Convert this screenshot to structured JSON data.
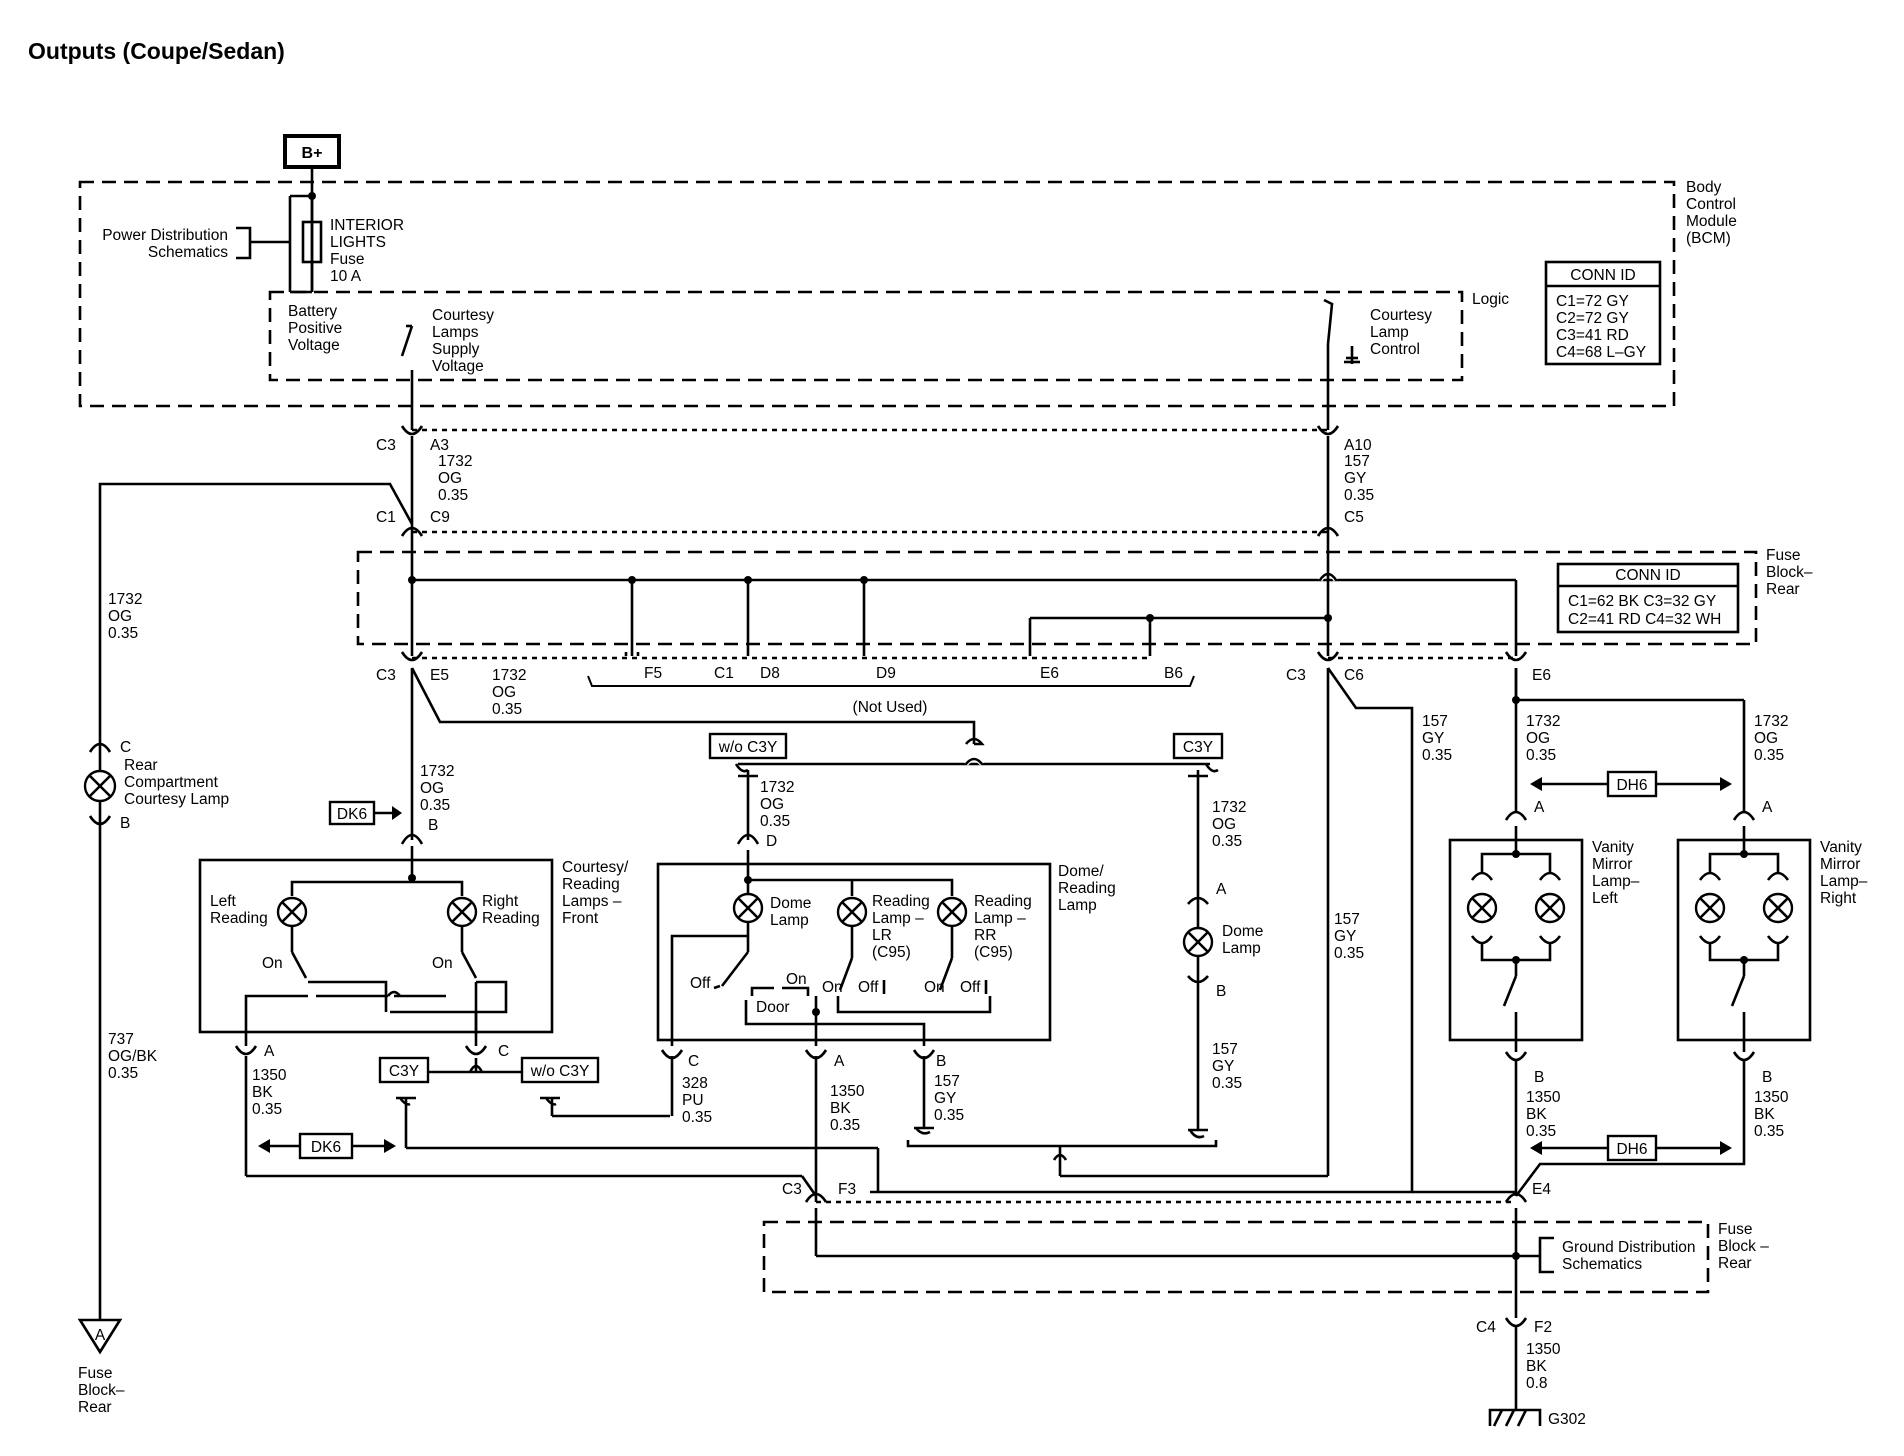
{
  "title": "Outputs (Coupe/Sedan)",
  "labels": {
    "b_plus": "B+",
    "power_dist": [
      "Power Distribution",
      "Schematics"
    ],
    "fuse": [
      "INTERIOR",
      "LIGHTS",
      "Fuse",
      "10 A"
    ],
    "battery": [
      "Battery",
      "Positive",
      "Voltage"
    ],
    "courtesy_supply": [
      "Courtesy",
      "Lamps",
      "Supply",
      "Voltage"
    ],
    "courtesy_control": [
      "Courtesy",
      "Lamp",
      "Control"
    ],
    "logic": "Logic",
    "bcm": [
      "Body",
      "Control",
      "Module",
      "(BCM)"
    ],
    "fuse_block_rear": [
      "Fuse",
      "Block–",
      "Rear"
    ],
    "fuse_block_rear2": [
      "Fuse",
      "Block –",
      "Rear"
    ],
    "fuse_block_rear_ground": [
      "Fuse",
      "Block–",
      "Rear"
    ],
    "rear_compartment": [
      "Rear",
      "Compartment",
      "Courtesy Lamp"
    ],
    "courtesy_front": [
      "Courtesy/",
      "Reading",
      "Lamps –",
      "Front"
    ],
    "left_reading": [
      "Left",
      "Reading"
    ],
    "right_reading": [
      "Right",
      "Reading"
    ],
    "dome_reading": [
      "Dome/",
      "Reading",
      "Lamp"
    ],
    "dome_lamp": [
      "Dome",
      "Lamp"
    ],
    "reading_lr": [
      "Reading",
      "Lamp –",
      "LR",
      "(C95)"
    ],
    "reading_rr": [
      "Reading",
      "Lamp –",
      "RR",
      "(C95)"
    ],
    "vanity_left": [
      "Vanity",
      "Mirror",
      "Lamp–",
      "Left"
    ],
    "vanity_right": [
      "Vanity",
      "Mirror",
      "Lamp–",
      "Right"
    ],
    "ground_dist": [
      "Ground Distribution",
      "Schematics"
    ],
    "not_used": "(Not Used)",
    "on": "On",
    "off": "Off",
    "door": "Door",
    "g302": "G302",
    "c3y": "C3Y",
    "wo_c3y": "w/o C3Y",
    "dk6": "DK6",
    "dh6": "DH6",
    "ground_ref": "A"
  },
  "conn_bcm": {
    "header": "CONN ID",
    "rows": [
      "C1=72 GY",
      "C2=72 GY",
      "C3=41 RD",
      "C4=68 L–GY"
    ]
  },
  "conn_fb": {
    "header": "CONN ID",
    "rows": [
      "C1=62 BK  C3=32 GY",
      "C2=41 RD  C4=32 WH"
    ]
  },
  "connectors": {
    "c1": "C1",
    "c3": "C3",
    "c4": "C4",
    "c5": "C5",
    "c6": "C6",
    "c9": "C9",
    "a": "A",
    "b": "B",
    "c": "C",
    "d": "D",
    "a3": "A3",
    "a10": "A10",
    "e4": "E4",
    "e5": "E5",
    "e6": "E6",
    "f2": "F2",
    "f3": "F3",
    "f5": "F5",
    "d8": "D8",
    "d9": "D9",
    "b6": "B6"
  },
  "wires": {
    "w1732": [
      "1732",
      "OG",
      "0.35"
    ],
    "w157": [
      "157",
      "GY",
      "0.35"
    ],
    "w737": [
      "737",
      "OG/BK",
      "0.35"
    ],
    "w1350": [
      "1350",
      "BK",
      "0.35"
    ],
    "w1350_08": [
      "1350",
      "BK",
      "0.8"
    ],
    "w328": [
      "328",
      "PU",
      "0.35"
    ]
  }
}
